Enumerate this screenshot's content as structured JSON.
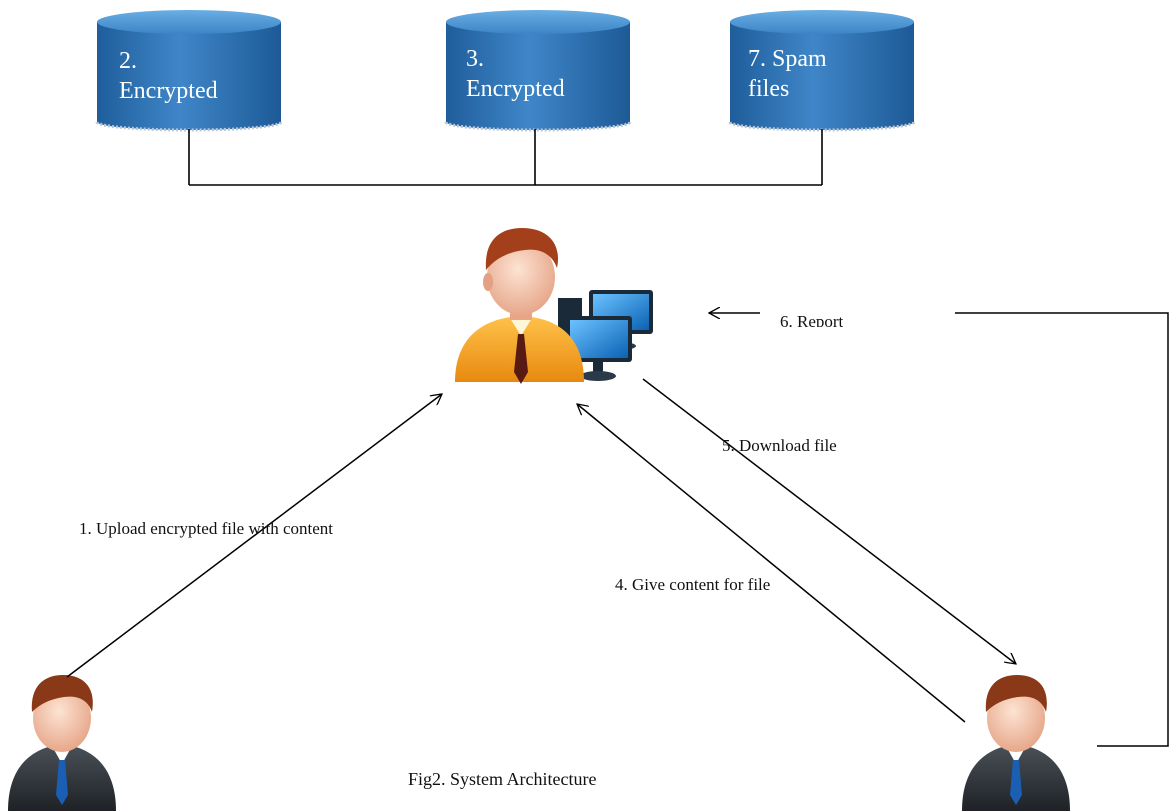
{
  "databases": [
    {
      "label": "2.\nEncrypted"
    },
    {
      "label": "3.\nEncrypted"
    },
    {
      "label": "7. Spam\nfiles"
    }
  ],
  "labels": {
    "upload": "1. Upload encrypted file with content",
    "give_content": "4. Give content for file",
    "download": "5. Download file",
    "report": "6. Report"
  },
  "caption": "Fig2. System Architecture",
  "colors": {
    "cylinder": "#2a73b7",
    "cylinder_top": "#4f97d3",
    "person_shirt": "#f39c12",
    "person_suit": "#2e3338",
    "monitor": "#1a86d6"
  }
}
